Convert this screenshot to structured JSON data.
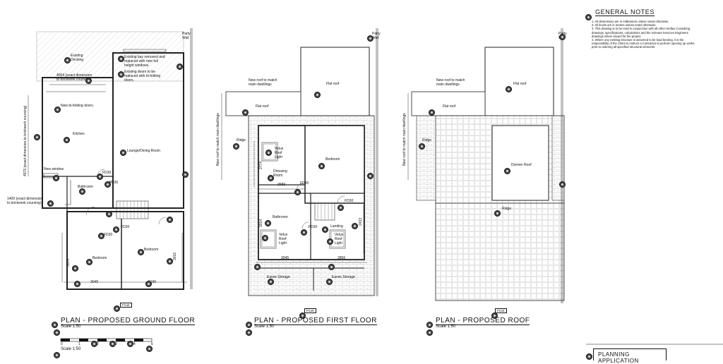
{
  "general_notes": {
    "heading": "GENERAL NOTES",
    "items": [
      "1.  All dimensions are in millimeters unless noted otherwise.",
      "2.  All levels are in metres unless noted otherwise.",
      "3.  This drawing is to be read in conjunction with all other Hedley Consulting drawings, specifications, calculations and the relevant Services Engineers drawings where issued for the project.",
      "4.  Where any existing structure is assumed to be load bearing, it is the responsibility of the Client to instruct a Contractor to perform opening up works prior to ordering all specified structural elements."
    ]
  },
  "ground_floor": {
    "title": "PLAN - PROPOSED GROUND FLOOR",
    "scale": "Scale 1:50",
    "scale_bar_label": "Scale 1:50",
    "scale_ticks": [
      "0",
      "1",
      "2",
      "3",
      "4",
      "5"
    ],
    "labels": {
      "party_wall": "Party\nWall",
      "existing_decking": "Existing\nDecking",
      "bay_note": "Existing bay removed and\nreplaced with new full\nheight windows.",
      "doors_note": "Existing doors to be\nreplaced with bi-folding\ndoors.",
      "dim_4064": "4064 (exact dimension\nto brickwork coursing)",
      "bifold": "New bi-folding doors.",
      "kitchen": "Kitchen",
      "lounge": "Lounge/Dining Room",
      "dim_4575": "4575 (exact dimension to brickwork coursing)",
      "new_window": "New window",
      "fd30_1": "FD30",
      "fd30_2": "FD30",
      "fd30_3": "FD30",
      "fd30_4": "FD30",
      "bathroom": "Bathroom",
      "dim_1400": "1400 (exact dimension\nto brickwork coursing)",
      "bedroom_1": "Bedroom",
      "bedroom_2": "Bedroom",
      "dim_3045": "3045",
      "dim_3196": "3196",
      "dim_3070": "3070",
      "dim_3016": "3016",
      "front": "Front"
    }
  },
  "first_floor": {
    "title": "PLAN - PROPOSED FIRST FLOOR",
    "scale": "Scale 1:50",
    "labels": {
      "party_wall": "Party\nWall",
      "flat_roof_1": "Flat roof",
      "new_roof": "New roof to match\nmain dwellings",
      "flat_roof_2": "Flat roof",
      "new_roof_vert": "New roof to match main dwellings",
      "ridge": "Ridge",
      "velux_1": "Velux\nRoof\nLight",
      "dressing": "Dressing\nRoom",
      "bedroom": "Bedroom",
      "dim_2774": "2774",
      "dim_2589": "2589",
      "fd30_1": "FD30",
      "fd30_2": "FD30",
      "fd30_3": "FD30",
      "bathroom": "Bathroom",
      "landing": "Landing",
      "dim_3014": "3014",
      "dim_2433": "2433",
      "velux_2": "Velux\nRoof\nLight",
      "velux_3": "Velux\nRoof\nLight",
      "dim_3045": "3045",
      "dim_2856": "2856",
      "eaves_1": "Eaves Storage",
      "eaves_2": "Eaves Storage",
      "front": "Front"
    }
  },
  "roof": {
    "title": "PLAN - PROPOSED ROOF",
    "scale": "Scale 1:50",
    "labels": {
      "party_wall": "Party\nWall",
      "flat_roof_1": "Flat roof",
      "new_roof": "New roof to match\nmain dwellings",
      "flat_roof_2": "Flat roof",
      "new_roof_vert": "New roof to match main dwellings",
      "ridge": "Ridge",
      "dormer": "Dormer Roof",
      "ridge_2": "Ridge",
      "front": "Front"
    }
  },
  "title_block": {
    "planning": "PLANNING APPLICATION"
  }
}
